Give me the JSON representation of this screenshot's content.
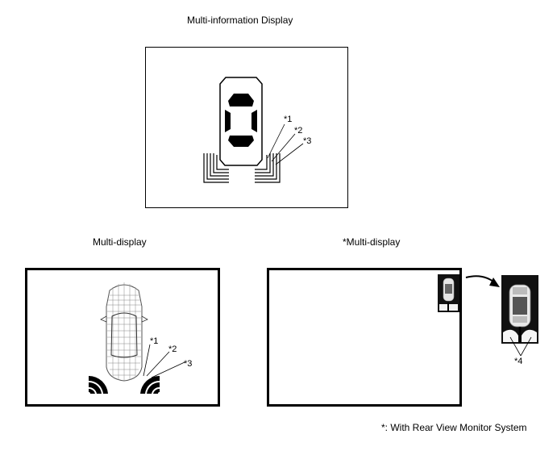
{
  "titles": {
    "multi_information_display": "Multi-information Display",
    "multi_display": "Multi-display",
    "multi_display_rear": "*Multi-display"
  },
  "callouts": {
    "c1": "*1",
    "c2": "*2",
    "c3": "*3",
    "c4": "*4"
  },
  "footnote": "*: With Rear View Monitor System"
}
